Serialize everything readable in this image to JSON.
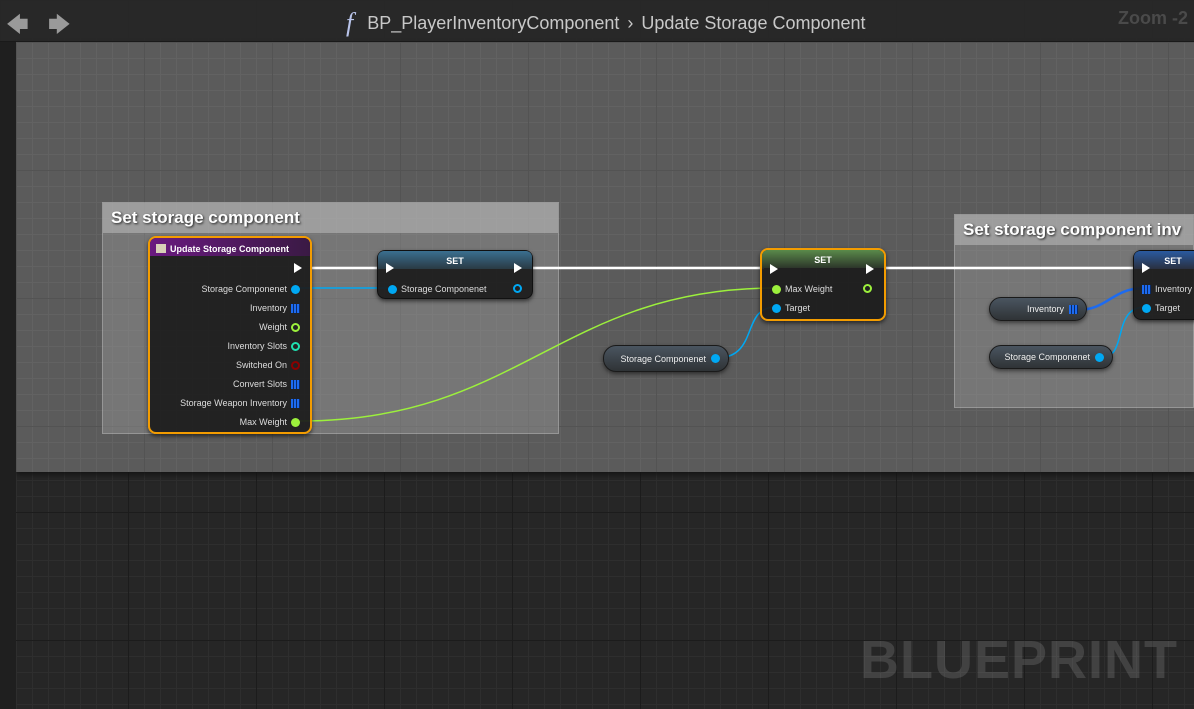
{
  "header": {
    "function_icon": "f",
    "blueprint": "BP_PlayerInventoryComponent",
    "separator": "›",
    "graph": "Update Storage Component",
    "zoom": "Zoom -2"
  },
  "comments": [
    {
      "title": "Set storage component"
    },
    {
      "title": "Set storage component inv"
    }
  ],
  "function_entry": {
    "title": "Update Storage Component",
    "pins": [
      "Storage Componenet",
      "Inventory",
      "Weight",
      "Inventory Slots",
      "Switched On",
      "Convert Slots",
      "Storage Weapon Inventory",
      "Max Weight"
    ]
  },
  "set_node_1": {
    "title": "SET",
    "pin": "Storage Componenet"
  },
  "set_node_2": {
    "title": "SET",
    "pins": [
      "Max Weight",
      "Target"
    ]
  },
  "set_node_3": {
    "title": "SET",
    "pins": [
      "Inventory",
      "Target"
    ]
  },
  "var_nodes": {
    "storage_1": "Storage Componenet",
    "inventory": "Inventory",
    "storage_2": "Storage Componenet"
  },
  "watermark": "BLUEPRINT",
  "colors": {
    "object": "#00a8f3",
    "float": "#9cf03c",
    "int": "#1fe0b0",
    "bool": "#8b0000",
    "array": "#1d6bf0",
    "selected": "#f39c00"
  }
}
